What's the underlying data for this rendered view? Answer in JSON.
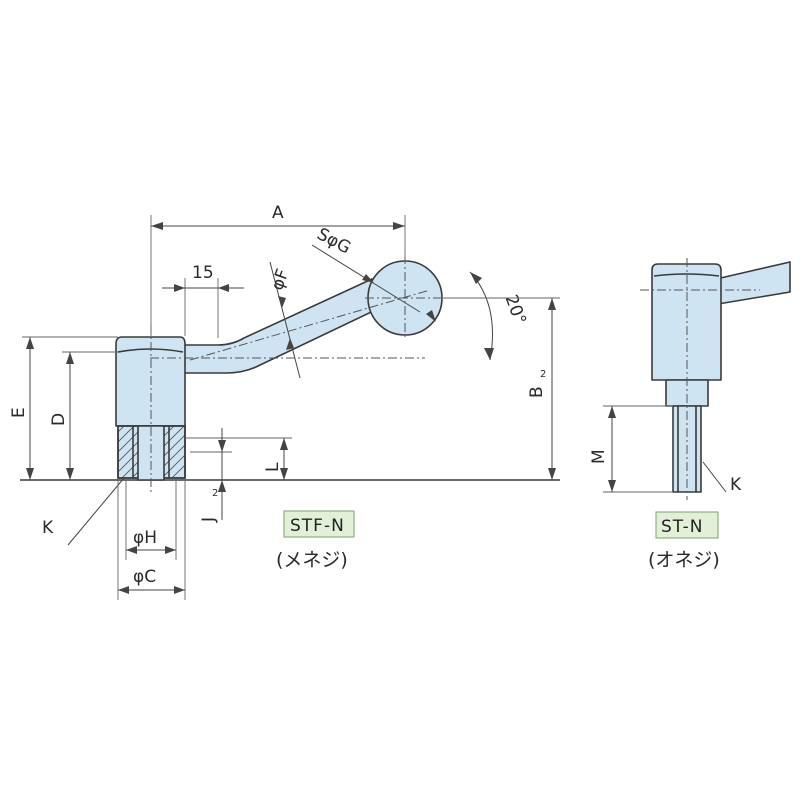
{
  "dimensions": {
    "A": "A",
    "SG": "SφG",
    "phiF": "φF",
    "fifteen": "15",
    "angle": "20°",
    "E": "E",
    "D": "D",
    "B": "B",
    "B_sub": "2",
    "L": "L",
    "J": "J",
    "J_sub": "2",
    "K_left": "K",
    "phiH": "φH",
    "phiC": "φC",
    "M": "M",
    "K_right": "K"
  },
  "labels": {
    "left_model": "STF-N",
    "left_type": "(メネジ)",
    "right_model": "ST-N",
    "right_type": "(オネジ)"
  },
  "colors": {
    "part_fill": "#cfe4f2",
    "label_bg": "#e2f0d8"
  }
}
